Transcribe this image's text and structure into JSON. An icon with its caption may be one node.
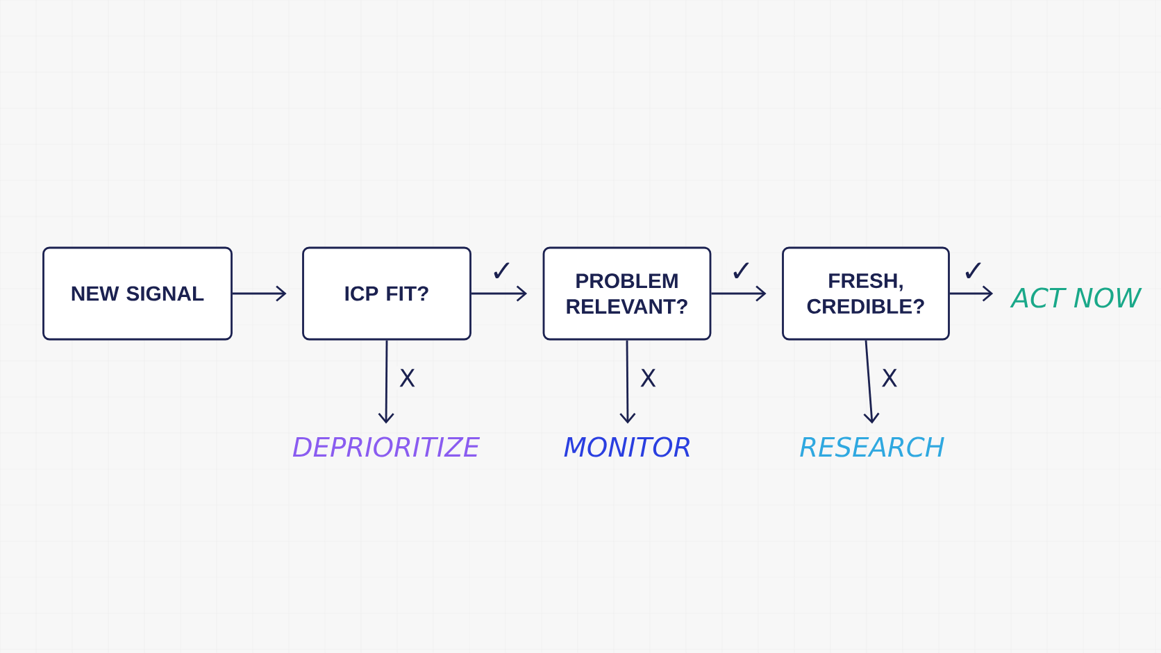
{
  "diagram": {
    "nodes": [
      {
        "text": [
          "NEW SIGNAL"
        ]
      },
      {
        "text": [
          "ICP FIT?"
        ]
      },
      {
        "text": [
          "PROBLEM RELEVANT?"
        ]
      },
      {
        "text": [
          "FRESH, CREDIBLE?"
        ]
      },
      {
        "text": [
          "ACT NOW"
        ]
      },
      {
        "text": [
          "DEPRIORITIZE"
        ]
      },
      {
        "text": [
          "MONITOR"
        ]
      },
      {
        "text": [
          "RESEARCH"
        ]
      }
    ],
    "edges": [
      {
        "from": 0,
        "to": 1,
        "arrow": "to"
      },
      {
        "from": 1,
        "to": 2,
        "arrow": "to",
        "label": "✓"
      },
      {
        "from": 2,
        "to": 3,
        "arrow": "to",
        "label": "✓"
      },
      {
        "from": 3,
        "to": 4,
        "arrow": "to",
        "label": "✓"
      },
      {
        "from": 1,
        "to": 5,
        "arrow": "to",
        "label": "X"
      },
      {
        "from": 2,
        "to": 6,
        "arrow": "to",
        "label": "X"
      },
      {
        "from": 3,
        "to": 7,
        "arrow": "to",
        "label": "X"
      }
    ]
  }
}
